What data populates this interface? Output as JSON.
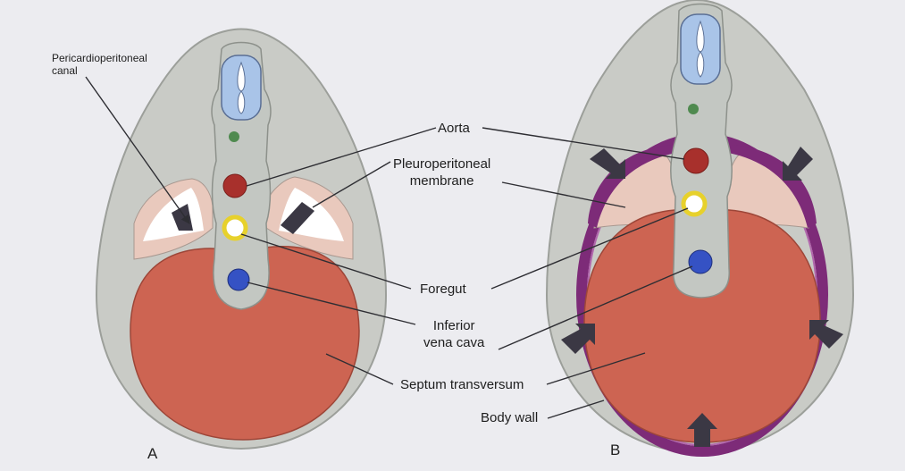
{
  "labels": {
    "pericardioperitoneal_canal": [
      "Pericardioperitoneal",
      "canal"
    ],
    "aorta": "Aorta",
    "pleuroperitoneal_membrane": [
      "Pleuroperitoneal",
      "membrane"
    ],
    "foregut": "Foregut",
    "inferior_vena_cava": [
      "Inferior",
      "vena cava"
    ],
    "septum_transversum": "Septum transversum",
    "body_wall": "Body wall"
  },
  "panels": {
    "a": "A",
    "b": "B"
  },
  "colors": {
    "body": "#c9cbc6",
    "body_outline": "#9c9f9a",
    "spinal_cord": "#a9c4e8",
    "notochord": "#4f8a4f",
    "aorta": "#a8302c",
    "foregut_ring": "#e7d12c",
    "ivc": "#3552c4",
    "septum": "#cd6452",
    "pleuroperitoneal": "#e9c9bd",
    "body_wall_band": "#7d2b78",
    "arrow": "#3b3844"
  }
}
